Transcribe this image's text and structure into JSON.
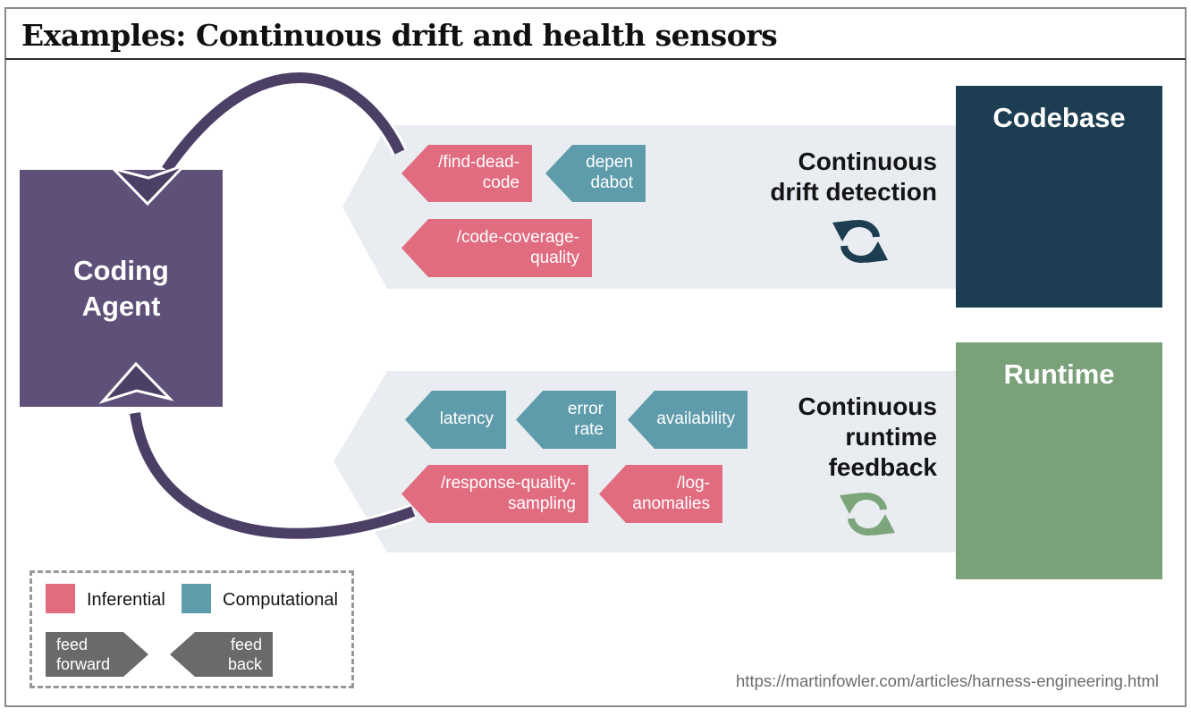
{
  "title": "Examples: Continuous drift and health sensors",
  "source_url": "https://martinfowler.com/articles/harness-engineering.html",
  "coding_agent": {
    "lines": [
      "Coding",
      "Agent"
    ]
  },
  "sections": {
    "drift": {
      "target_label": "Codebase",
      "heading_lines": [
        "Continuous",
        "drift detection"
      ],
      "icon": "sync-cycle-icon",
      "tags": [
        {
          "id": "find-dead-code",
          "type": "inferential",
          "lines": [
            "/find-dead-",
            "code"
          ]
        },
        {
          "id": "dependabot",
          "type": "computational",
          "lines": [
            "depen",
            "dabot"
          ]
        },
        {
          "id": "code-coverage-quality",
          "type": "inferential",
          "lines": [
            "/code-coverage-",
            "quality"
          ]
        }
      ]
    },
    "runtime": {
      "target_label": "Runtime",
      "heading_lines": [
        "Continuous",
        "runtime",
        "feedback"
      ],
      "icon": "sync-cycle-icon",
      "tags": [
        {
          "id": "latency",
          "type": "computational",
          "lines": [
            "latency"
          ]
        },
        {
          "id": "error-rate",
          "type": "computational",
          "lines": [
            "error",
            "rate"
          ]
        },
        {
          "id": "availability",
          "type": "computational",
          "lines": [
            "availability"
          ]
        },
        {
          "id": "response-quality-sampling",
          "type": "inferential",
          "lines": [
            "/response-quality-",
            "sampling"
          ]
        },
        {
          "id": "log-anomalies",
          "type": "inferential",
          "lines": [
            "/log-",
            "anomalies"
          ]
        }
      ]
    }
  },
  "legend": {
    "inferential": {
      "label": "Inferential",
      "color": "#e16c80"
    },
    "computational": {
      "label": "Computational",
      "color": "#5f9cab"
    },
    "feed_forward": {
      "lines": [
        "feed",
        "forward"
      ],
      "color": "#6a6a6a"
    },
    "feed_back": {
      "lines": [
        "feed",
        "back"
      ],
      "color": "#6a6a6a"
    }
  },
  "colors": {
    "coding_agent_box": "#5e5078",
    "arrow": "#4c3f66",
    "band": "#e9edf1",
    "codebase_box": "#1d3e52",
    "runtime_box": "#7aa17a",
    "inferential": "#e16c80",
    "computational": "#5f9cab",
    "drift_sync_icon": "#1d3d50",
    "runtime_sync_icon": "#7ca57b"
  }
}
